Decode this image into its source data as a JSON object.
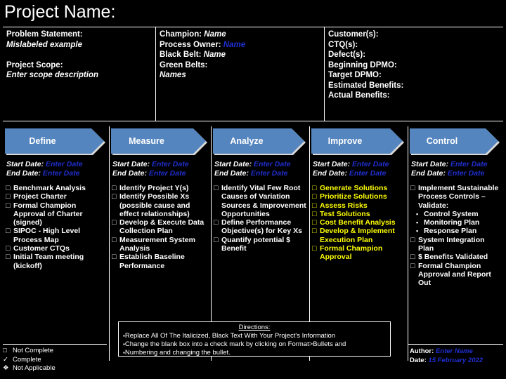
{
  "page_title": "Project Name:",
  "header": {
    "problem": {
      "problem_label": "Problem Statement:",
      "problem_value": "Mislabeled example",
      "scope_label": "Project Scope:",
      "scope_value": "Enter scope description"
    },
    "roles": [
      {
        "label": "Champion:",
        "value": "Name",
        "value_color": "white"
      },
      {
        "label": "Process Owner:",
        "value": "Name",
        "value_color": "blue"
      },
      {
        "label": "Black Belt:",
        "value": "Name",
        "value_color": "white"
      },
      {
        "label": "Green Belts:",
        "value": "",
        "value_color": "white"
      },
      {
        "label": "",
        "value": "Names",
        "value_color": "white"
      }
    ],
    "metrics": [
      "Customer(s):",
      "CTQ(s):",
      "Defect(s):",
      "Beginning DPMO:",
      "Target DPMO:",
      "Estimated Benefits:",
      "Actual Benefits:"
    ]
  },
  "phases": [
    {
      "name": "Define",
      "start_label": "Start Date:",
      "start_value": "Enter Date",
      "end_label": "End Date:",
      "end_value": "Enter Date",
      "text_color": "#ffffff",
      "items": [
        {
          "box": "□",
          "text": "Benchmark Analysis"
        },
        {
          "box": "□",
          "text": "Project Charter"
        },
        {
          "box": "□",
          "text": "Formal Champion Approval of Charter (signed)"
        },
        {
          "box": "□",
          "text": "SIPOC - High Level Process Map"
        },
        {
          "box": "□",
          "text": "Customer CTQs"
        },
        {
          "box": "□",
          "text": "Initial Team meeting (kickoff)"
        }
      ]
    },
    {
      "name": "Measure",
      "start_label": "Start Date:",
      "start_value": "Enter Date",
      "end_label": "End Date:",
      "end_value": "Enter Date",
      "text_color": "#ffffff",
      "items": [
        {
          "box": "□",
          "text": "Identify Project Y(s)"
        },
        {
          "box": "□",
          "text": "Identify Possible Xs (possible cause and effect relationships)"
        },
        {
          "box": "□",
          "text": "Develop & Execute Data Collection Plan"
        },
        {
          "box": "□",
          "text": "Measurement System Analysis"
        },
        {
          "box": "□",
          "text": "Establish Baseline Performance"
        }
      ]
    },
    {
      "name": "Analyze",
      "start_label": "Start Date:",
      "start_value": "Enter Date",
      "end_label": "End Date:",
      "end_value": "Enter Date",
      "text_color": "#ffffff",
      "items": [
        {
          "box": "□",
          "text": "Identify Vital Few Root Causes of Variation Sources & Improvement Opportunities"
        },
        {
          "box": "□",
          "text": "Define Performance Objective(s) for Key Xs"
        },
        {
          "box": "□",
          "text": "Quantify potential $ Benefit"
        }
      ]
    },
    {
      "name": "Improve",
      "start_label": "Start Date:",
      "start_value": "Enter Date",
      "end_label": "End Date:",
      "end_value": "Enter Date",
      "text_color": "#ffff00",
      "items": [
        {
          "box": "□",
          "text": "Generate Solutions"
        },
        {
          "box": "□",
          "text": "Prioritize Solutions"
        },
        {
          "box": "□",
          "text": "Assess Risks"
        },
        {
          "box": "□",
          "text": "Test Solutions"
        },
        {
          "box": "□",
          "text": "Cost Benefit Analysis"
        },
        {
          "box": "□",
          "text": "Develop & Implement Execution Plan"
        },
        {
          "box": "□",
          "text": "Formal Champion Approval"
        }
      ]
    },
    {
      "name": "Control",
      "start_label": "Start Date:",
      "start_value": "Enter Date",
      "end_label": "End Date:",
      "end_value": "Enter Date",
      "text_color": "#ffffff",
      "items": [
        {
          "box": "□",
          "text": "Implement Sustainable Process Controls – Validate:"
        },
        {
          "box": "▪",
          "text": "Control System",
          "sub": true
        },
        {
          "box": "▪",
          "text": "Monitoring Plan",
          "sub": true
        },
        {
          "box": "▪",
          "text": "Response Plan",
          "sub": true
        },
        {
          "box": "□",
          "text": "System Integration Plan"
        },
        {
          "box": "□",
          "text": "$ Benefits Validated"
        },
        {
          "box": "□",
          "text": "Formal Champion Approval and Report Out"
        }
      ]
    }
  ],
  "directions": {
    "title": "Directions:",
    "lines": [
      "Replace All Of The Italicized, Black Text With Your Project's Information",
      "Change the blank box into a check mark by clicking on Format>Bullets and",
      "Numbering and changing the bullet."
    ]
  },
  "legend": [
    {
      "glyph": "□",
      "label": "Not Complete"
    },
    {
      "glyph": "✓",
      "label": "Complete"
    },
    {
      "glyph": "❖",
      "label": "Not Applicable"
    }
  ],
  "footer": {
    "author_label": "Author:",
    "author_value": "Enter Name",
    "date_label": "Date:",
    "date_value": "15 February 2022"
  },
  "colors": {
    "background": "#000000",
    "arrow_fill": "#5585BE",
    "arrow_text": "#ffffff",
    "blue_placeholder": "#1f2fd0",
    "improve_yellow": "#ffff00",
    "white": "#ffffff"
  }
}
